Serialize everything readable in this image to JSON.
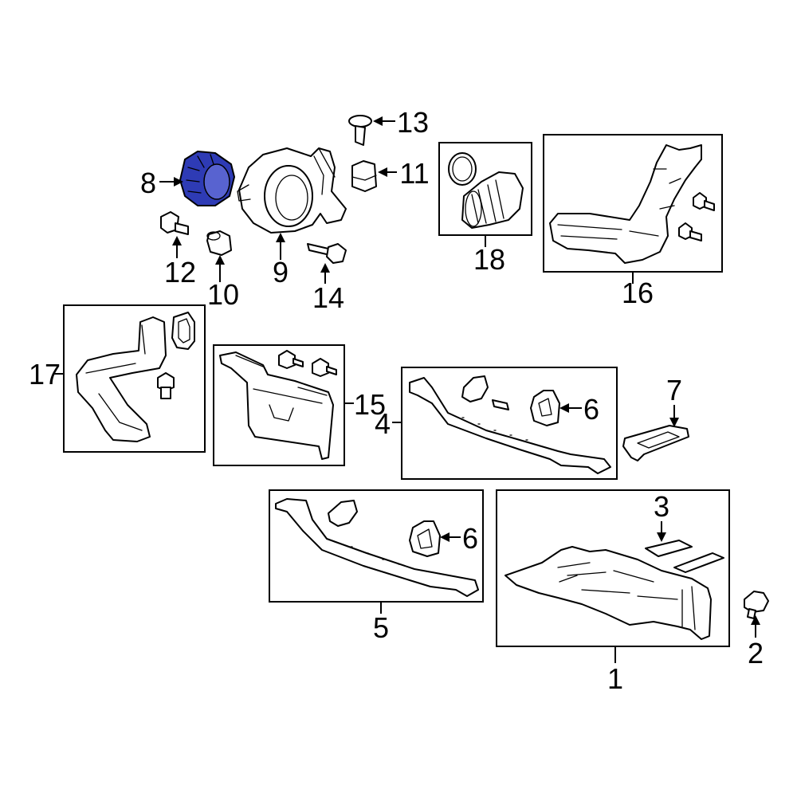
{
  "highlight_color": "#2e3bb5",
  "highlighted_part": "8",
  "callouts": [
    "1",
    "2",
    "3",
    "4",
    "5",
    "6",
    "6",
    "7",
    "8",
    "9",
    "10",
    "11",
    "12",
    "13",
    "14",
    "15",
    "16",
    "17",
    "18"
  ]
}
